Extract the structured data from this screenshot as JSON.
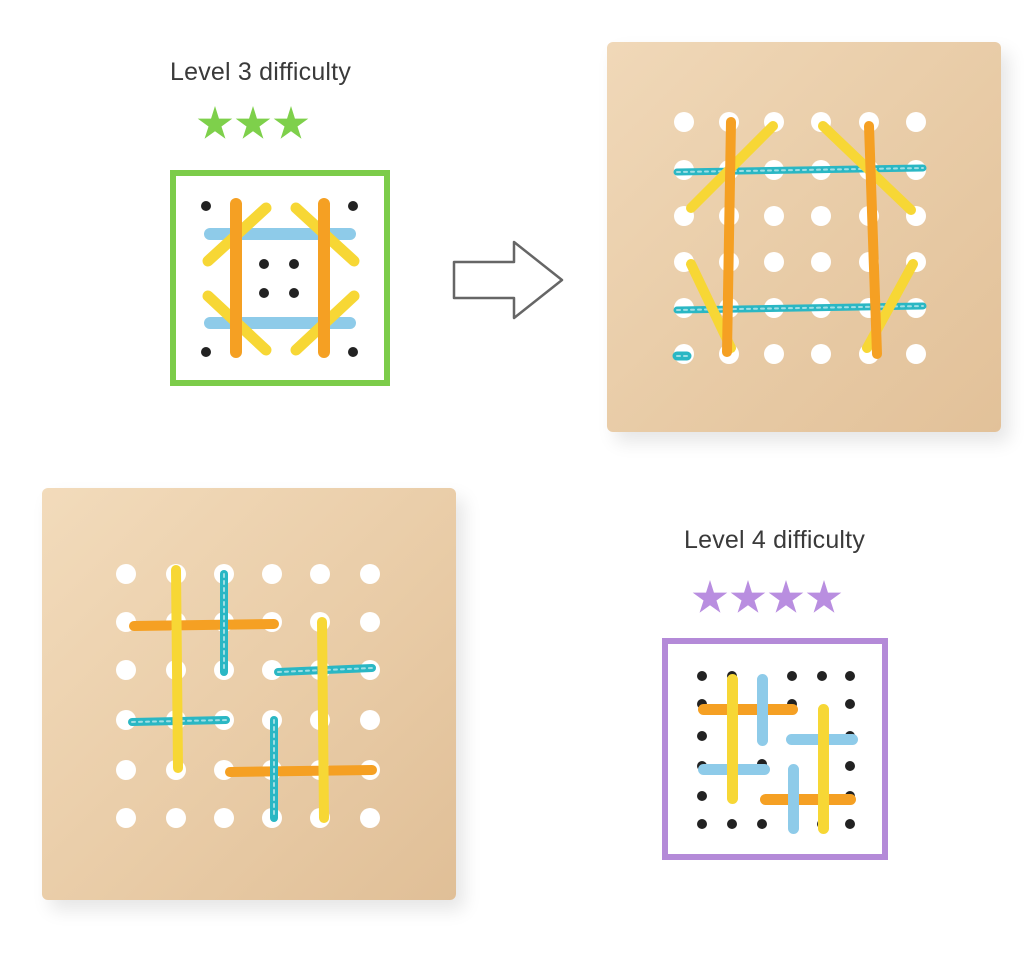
{
  "level3": {
    "title": "Level 3 difficulty",
    "stars": 3,
    "star_color": "#7ed04b",
    "card_border_color": "#7ccc4a"
  },
  "level4": {
    "title": "Level 4 difficulty",
    "stars": 4,
    "star_color": "#b98ee0",
    "card_border_color": "#b48ad8"
  },
  "colors": {
    "wood": "#eacfae",
    "wood_edge": "#d9b68d",
    "orange": "#f5a023",
    "yellow": "#f7d735",
    "blue": "#8ecbe9",
    "teal_rope": "#2ab7c4",
    "hole": "#ffffff"
  },
  "icons": [
    "arrow-right-icon",
    "star-icon"
  ]
}
